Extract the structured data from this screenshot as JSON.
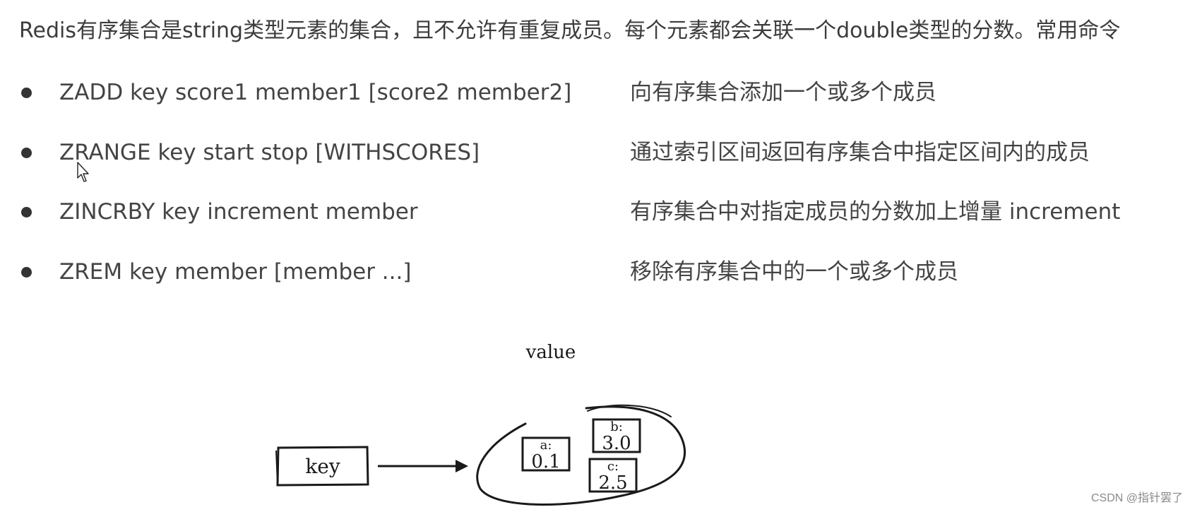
{
  "intro": "Redis有序集合是string类型元素的集合，且不允许有重复成员。每个元素都会关联一个double类型的分数。常用命令",
  "commands": [
    {
      "command": "ZADD key score1 member1 [score2 member2]",
      "description": "向有序集合添加一个或多个成员"
    },
    {
      "command": "ZRANGE key start stop [WITHSCORES]",
      "description": "通过索引区间返回有序集合中指定区间内的成员"
    },
    {
      "command": "ZINCRBY key increment member",
      "description": "有序集合中对指定成员的分数加上增量 increment"
    },
    {
      "command": "ZREM key member [member ...]",
      "description": "移除有序集合中的一个或多个成员"
    }
  ],
  "diagram": {
    "value_label": "value",
    "key_label": "key",
    "members": [
      {
        "name": "a:",
        "score": "0.1"
      },
      {
        "name": "b:",
        "score": "3.0"
      },
      {
        "name": "c:",
        "score": "2.5"
      }
    ]
  },
  "watermark": "CSDN @指针罢了"
}
